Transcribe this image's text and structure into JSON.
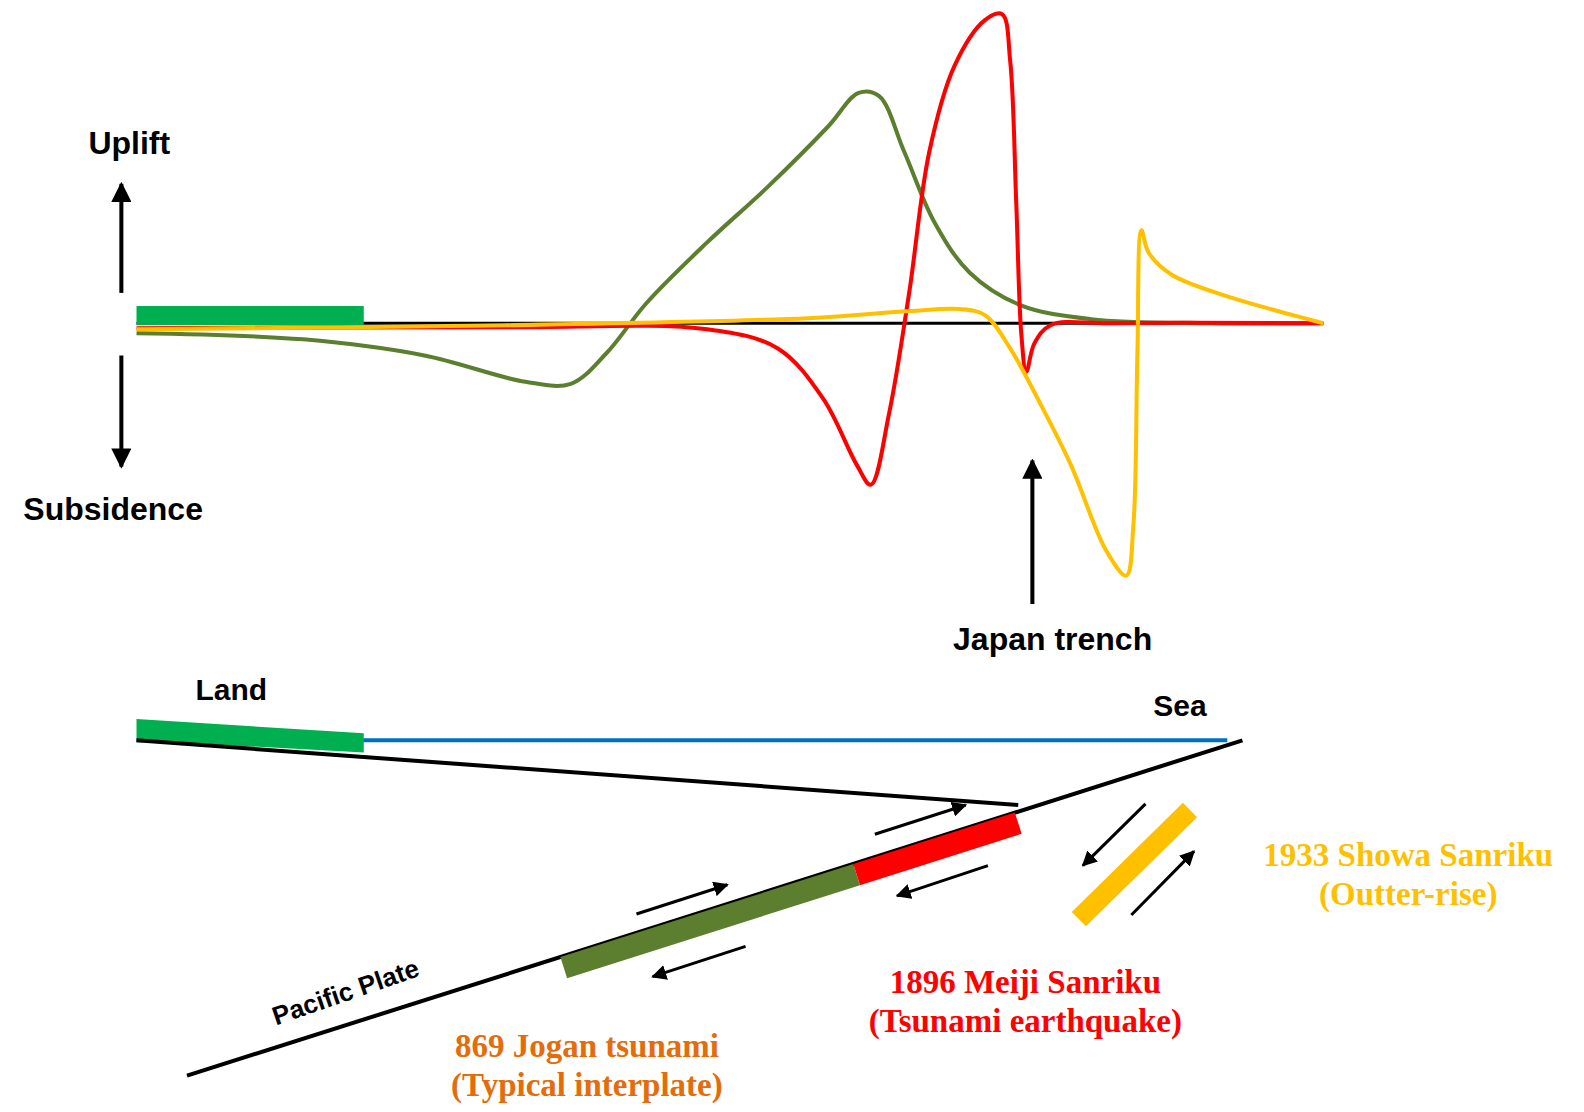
{
  "diagram": {
    "labels": [
      "Uplift",
      "Subsidence",
      "Japan trench",
      "Land",
      "Sea",
      "Pacific Plate",
      "869 Jogan tsunami (Typical interplate)",
      "1896 Meiji Sanriku (Tsunami earthquake)",
      "1933 Showa Sanriku (Outter-rise)"
    ]
  }
}
